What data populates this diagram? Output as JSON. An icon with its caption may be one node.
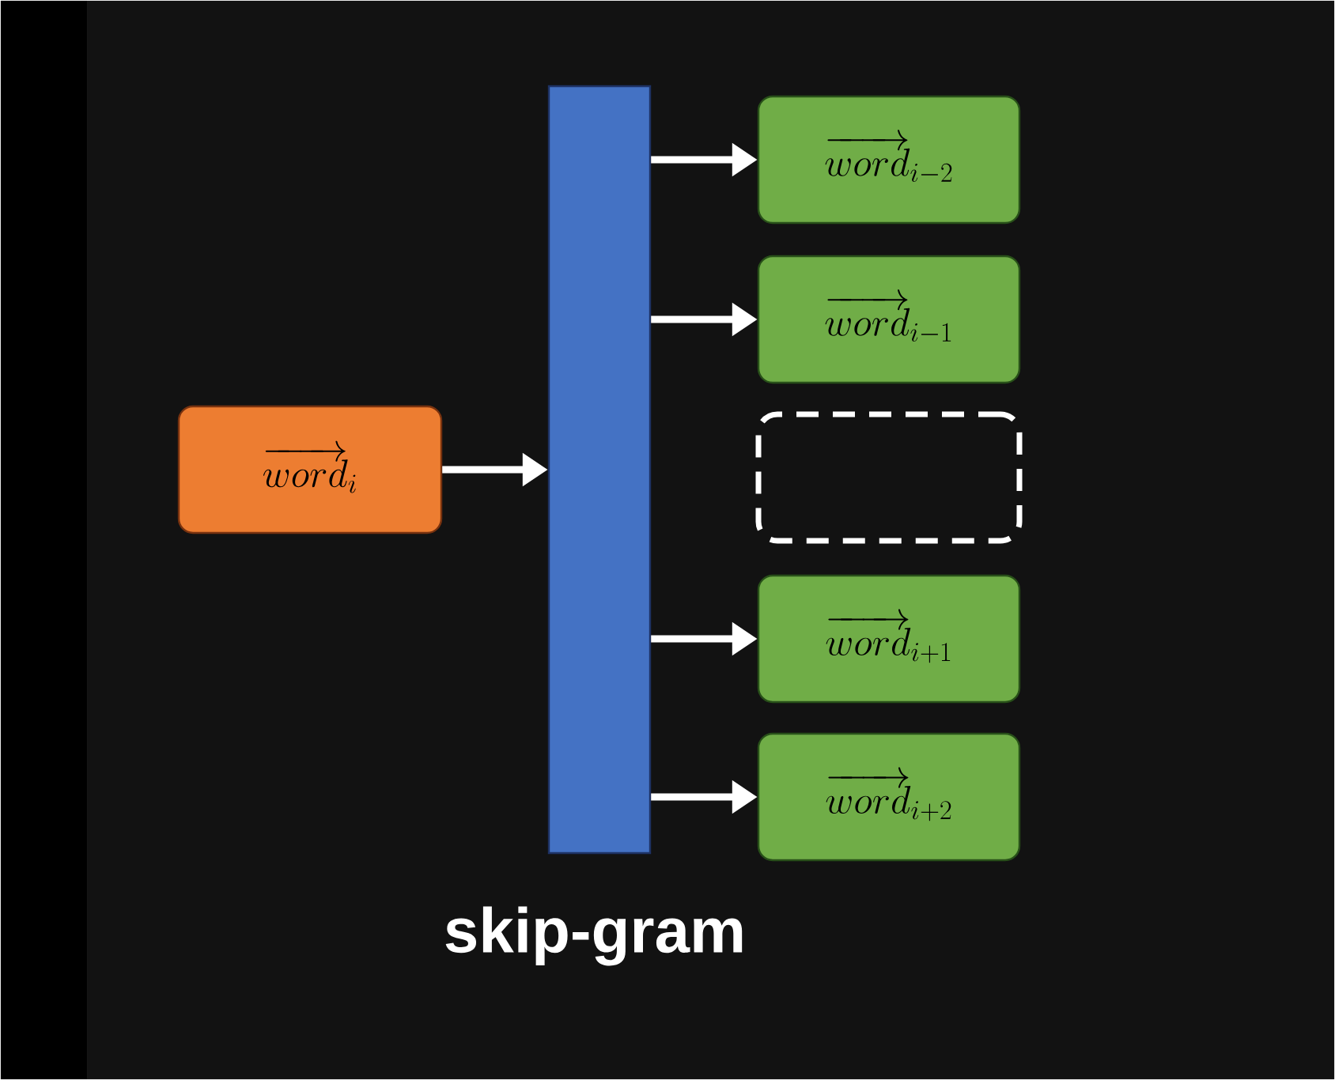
{
  "diagram": {
    "caption": "skip-gram",
    "nodes": [
      {
        "text": [
          "\\overrightarrow{word}_{i}"
        ]
      },
      {
        "text": [],
        "shape": "bar"
      },
      {
        "text": [
          "\\overrightarrow{word}_{i-2}"
        ]
      },
      {
        "text": [
          "\\overrightarrow{word}_{i-1}"
        ]
      },
      {
        "text": [],
        "shape": "box"
      },
      {
        "text": [
          "\\overrightarrow{word}_{i+1}"
        ]
      },
      {
        "text": [
          "\\overrightarrow{word}_{i+2}"
        ]
      }
    ],
    "edges": [
      {
        "from": 0,
        "to": 1,
        "arrow": "to"
      },
      {
        "from": 1,
        "to": 2,
        "arrow": "to"
      },
      {
        "from": 1,
        "to": 3,
        "arrow": "to"
      },
      {
        "from": 1,
        "to": 5,
        "arrow": "to"
      },
      {
        "from": 1,
        "to": 6,
        "arrow": "to"
      }
    ]
  }
}
